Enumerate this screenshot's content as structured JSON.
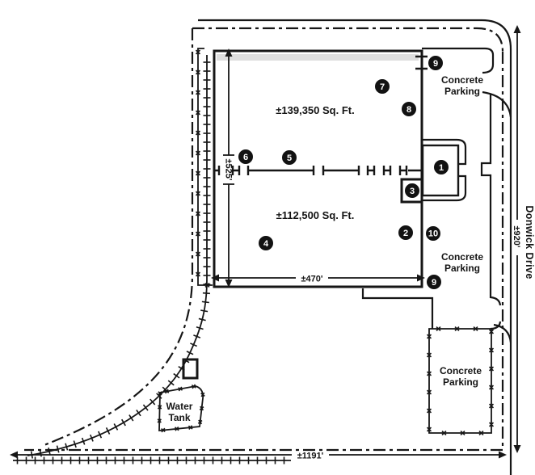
{
  "plan": {
    "street_name": "Donwick Drive",
    "building": {
      "upper_area": "±139,350 Sq. Ft.",
      "lower_area": "±112,500 Sq. Ft."
    },
    "dimensions": {
      "building_width": "±470'",
      "building_depth": "±525'",
      "street_frontage": "±920'",
      "property_width": "±1191'"
    },
    "parking": {
      "top": {
        "line1": "Concrete",
        "line2": "Parking"
      },
      "middle": {
        "line1": "Concrete",
        "line2": "Parking"
      },
      "bottom": {
        "line1": "Concrete",
        "line2": "Parking"
      }
    },
    "water_tank": {
      "line1": "Water",
      "line2": "Tank"
    },
    "markers": {
      "m1": "1",
      "m2": "2",
      "m3": "3",
      "m4": "4",
      "m5": "5",
      "m6": "6",
      "m7": "7",
      "m8": "8",
      "m9_top": "9",
      "m9_bottom": "9",
      "m10": "10"
    },
    "colors": {
      "building_fill": "#a9a9a9",
      "ink": "#161616",
      "background": "#ffffff"
    }
  }
}
